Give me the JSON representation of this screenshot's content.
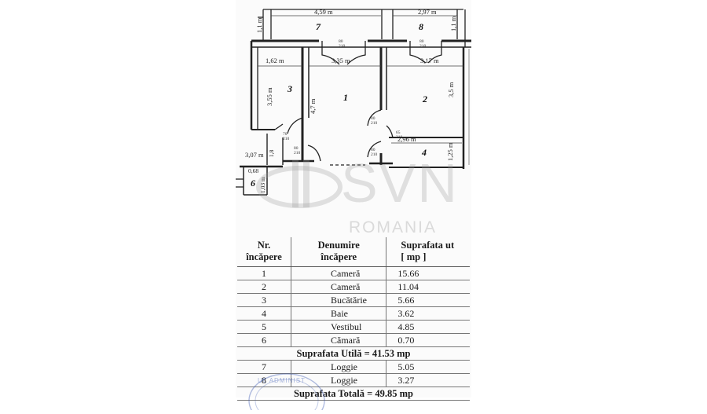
{
  "plan": {
    "dimensions": {
      "top_left": "4,59 m",
      "top_right": "2,97 m",
      "right_top": "1,1 m",
      "left_top": "1,1 m",
      "room1_width": "3,35 m",
      "room2_width": "3,17 m",
      "room3_width": "1,62 m",
      "room3_height": "3,55 m",
      "room1_height": "4,7 m",
      "room2_height": "3,5 m",
      "room4_width": "2,96 m",
      "room4_height": "1,25 m",
      "left_bottom": "3,07 m",
      "small_vertical": "1,8",
      "room6_width": "0,68",
      "room6_height": "1,03 m"
    },
    "rooms": {
      "r1": "1",
      "r2": "2",
      "r3": "3",
      "r4": "4",
      "r6": "6",
      "r7": "7",
      "r8": "8"
    },
    "doors": {
      "d1": "80\n210",
      "d2": "70\n210",
      "d3": "80\n210",
      "d4": "80\n210",
      "d5": "65\n210",
      "d6": "80\n210",
      "d7": "80\n210",
      "d8": "80\n210"
    }
  },
  "watermark": {
    "brand": "SVN",
    "country": "ROMANIA"
  },
  "table": {
    "headers": {
      "nr_line1": "Nr.",
      "nr_line2": "încăpere",
      "name_line1": "Denumire",
      "name_line2": "încăpere",
      "area_line1": "Suprafata ut",
      "area_line2": "[ mp ]"
    },
    "rows": [
      {
        "nr": "1",
        "name": "Cameră",
        "area": "15.66"
      },
      {
        "nr": "2",
        "name": "Cameră",
        "area": "11.04"
      },
      {
        "nr": "3",
        "name": "Bucătărie",
        "area": "5.66"
      },
      {
        "nr": "4",
        "name": "Baie",
        "area": "3.62"
      },
      {
        "nr": "5",
        "name": "Vestibul",
        "area": "4.85"
      },
      {
        "nr": "6",
        "name": "Cămară",
        "area": "0.70"
      }
    ],
    "summary_useful": "Suprafata Utilă    = 41.53 mp",
    "rows_loggia": [
      {
        "nr": "7",
        "name": "Loggie",
        "area": "5.05"
      },
      {
        "nr": "8",
        "name": "Loggie",
        "area": "3.27"
      }
    ],
    "summary_total": "Suprafata Totală = 49.85 mp"
  },
  "stamp": {
    "text": "UL ADMINIST"
  }
}
